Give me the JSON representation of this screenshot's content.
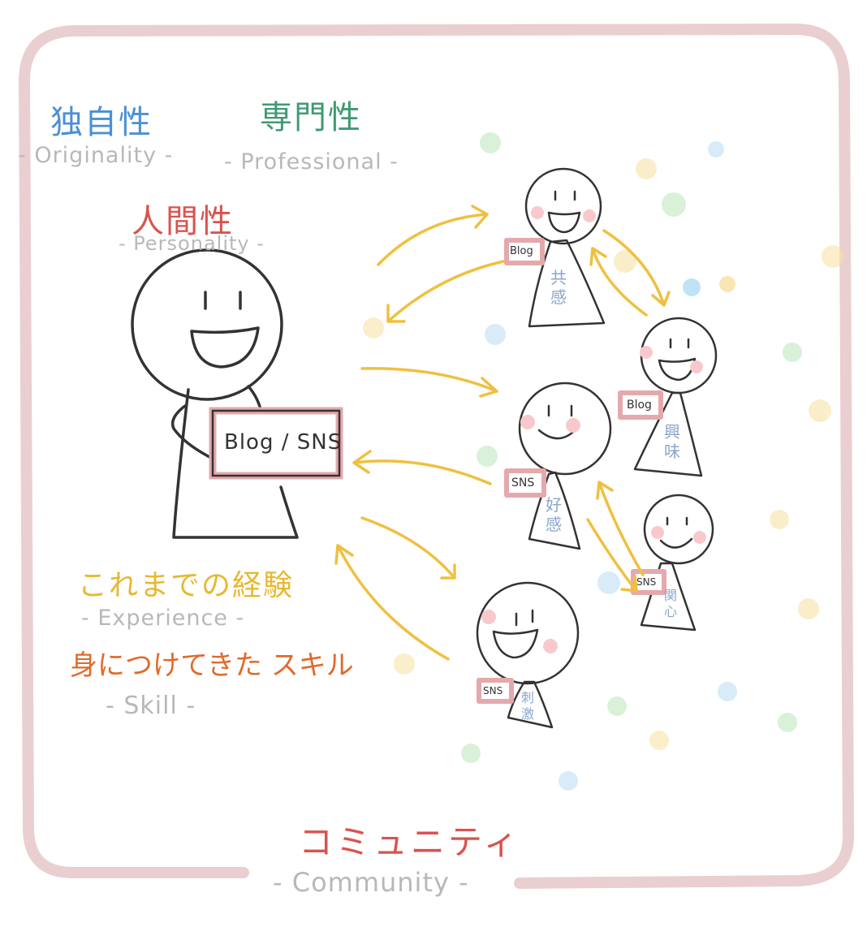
{
  "colors": {
    "frame": "#eacfd0",
    "arrow": "#efc040",
    "blue": "#4a8fd6",
    "green": "#3f9a72",
    "red": "#d9534f",
    "yellow": "#e8b830",
    "orange": "#e06a2c",
    "gray": "#b8b8b8"
  },
  "labels": {
    "originality_jp": "独自性",
    "originality_en": "- Originality -",
    "professional_jp": "専門性",
    "professional_en": "- Professional -",
    "personality_jp": "人間性",
    "personality_en": "- Personality -",
    "experience_jp": "これまでの経験",
    "experience_en": "- Experience -",
    "skill_jp": "身につけてきた スキル",
    "skill_en": "- Skill -",
    "community_jp": "コミュニティ",
    "community_en": "- Community -"
  },
  "main_figure": {
    "sign": "Blog / SNS"
  },
  "readers": [
    {
      "id": "reader-1",
      "sign": "Blog",
      "feeling": "共感"
    },
    {
      "id": "reader-2",
      "sign": "Blog",
      "feeling": "興味"
    },
    {
      "id": "reader-3",
      "sign": "SNS",
      "feeling": "好感"
    },
    {
      "id": "reader-4",
      "sign": "SNS",
      "feeling": "関心"
    },
    {
      "id": "reader-5",
      "sign": "SNS",
      "feeling": "刺激"
    }
  ]
}
